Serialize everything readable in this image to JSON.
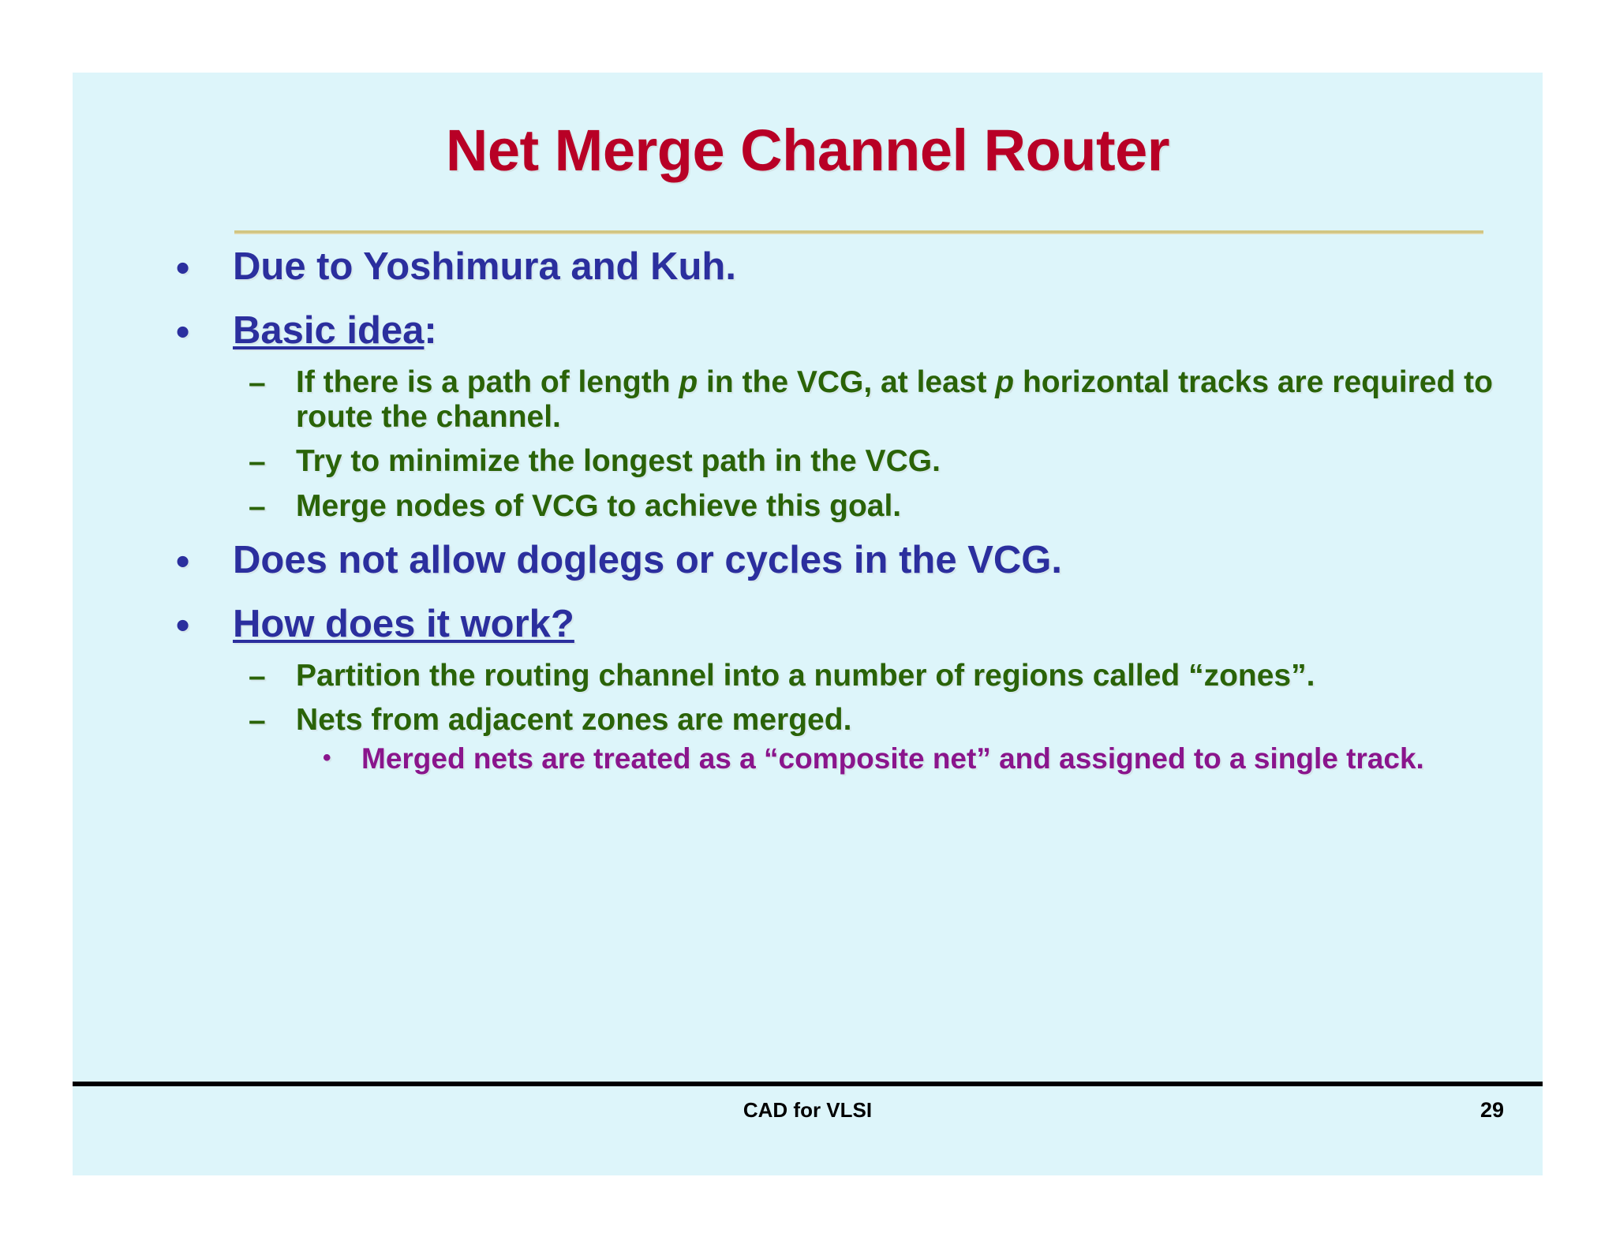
{
  "slide": {
    "background_color": "#ddf5fa",
    "page_background_color": "#ffffff",
    "title": "Net Merge Channel Router",
    "title_color": "#b80026",
    "divider_color": "#cdbf76",
    "level1_color": "#2b2f9e",
    "level2_color": "#2a6308",
    "level3_color": "#8a158c",
    "bullet_marker_level1": "•",
    "bullet_marker_level2": "–",
    "bullet_marker_level3": "•"
  },
  "content": {
    "b1": {
      "text": "Due to Yoshimura and Kuh."
    },
    "b2": {
      "underlined": "Basic idea",
      "tail": ":"
    },
    "b2s1": {
      "part1": "If there is a path of length ",
      "em1": "p",
      "part2": " in the VCG, at least ",
      "em2": "p",
      "part3": " horizontal tracks are required to route the channel."
    },
    "b2s2": {
      "text": "Try to minimize the longest path in the VCG."
    },
    "b2s3": {
      "text": "Merge nodes of VCG to achieve this goal."
    },
    "b3": {
      "text": "Does not allow doglegs or cycles in the VCG."
    },
    "b4": {
      "underlined": "How does it work?"
    },
    "b4s1": {
      "text": "Partition the routing channel into a number of regions called “zones”."
    },
    "b4s2": {
      "text": "Nets from adjacent zones are merged."
    },
    "b4s2a": {
      "text": "Merged nets are treated as a “composite net” and assigned to a single track."
    }
  },
  "footer": {
    "center_text": "CAD for VLSI",
    "page_number": "29"
  }
}
